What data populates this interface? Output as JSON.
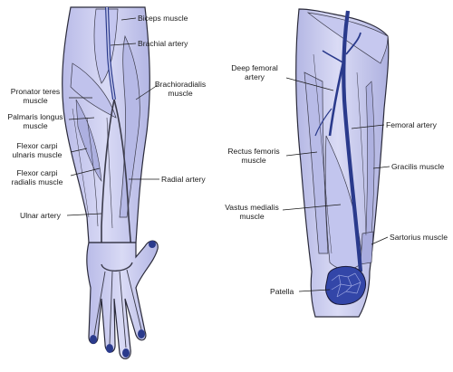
{
  "arm": {
    "labels": {
      "biceps": "Biceps muscle",
      "brachial_artery": "Brachial artery",
      "brachioradialis": [
        "Brachioradialis",
        "muscle"
      ],
      "pronator_teres": [
        "Pronator teres",
        "muscle"
      ],
      "palmaris_longus": [
        "Palmaris longus",
        "muscle"
      ],
      "flexor_carpi_ulnaris": [
        "Flexor carpi",
        "ulnaris muscle"
      ],
      "flexor_carpi_radialis": [
        "Flexor carpi",
        "radialis muscle"
      ],
      "radial_artery": "Radial artery",
      "ulnar_artery": "Ulnar artery"
    }
  },
  "leg": {
    "labels": {
      "deep_femoral_artery": [
        "Deep femoral",
        "artery"
      ],
      "femoral_artery": "Femoral artery",
      "rectus_femoris": [
        "Rectus femoris",
        "muscle"
      ],
      "gracilis": "Gracilis muscle",
      "vastus_medialis": [
        "Vastus medialis",
        "muscle"
      ],
      "sartorius": "Sartorius muscle",
      "patella": "Patella"
    }
  },
  "colors": {
    "muscle_fill": "#c9cbee",
    "muscle_shade": "#a9acde",
    "outline": "#2a2a3a",
    "artery": "#2a3a8c",
    "patella": "#3346a8"
  }
}
